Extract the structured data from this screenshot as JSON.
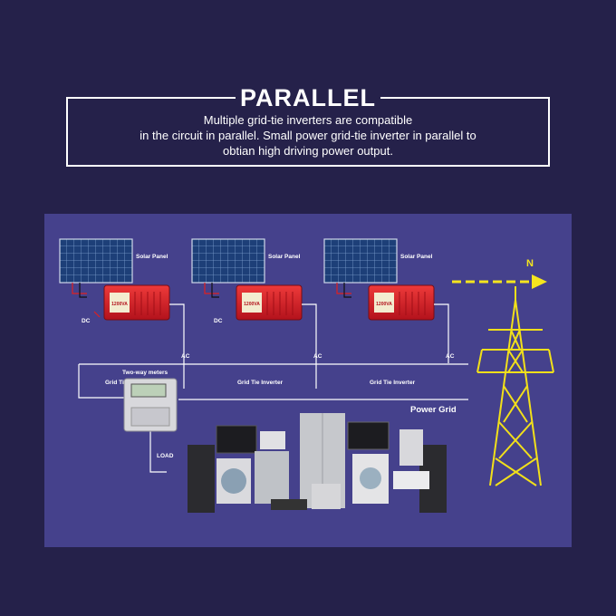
{
  "header": {
    "title": "PARALLEL",
    "description_lines": [
      "Multiple grid-tie inverters are compatible",
      "in the circuit in parallel. Small power grid-tie inverter in parallel to",
      "obtian high driving power output."
    ]
  },
  "diagram": {
    "solar_panel_label": "Solar Panel",
    "inverter_label": "Grid Tie Inverter",
    "dc_label": "DC",
    "ac_label": "AC",
    "meter_label": "Two-way meters",
    "power_grid_label": "Power Grid",
    "load_label": "LOAD",
    "north_label": "N",
    "inverter_model": "1200VA",
    "inverter_count": 3
  },
  "colors": {
    "background": "#25214a",
    "panel_background": "#45418c",
    "inverter": "#d8202a",
    "tower": "#f2e01a",
    "arrow": "#f5e51e",
    "wire": "#ffffff"
  },
  "icons": [
    "solar-panel-icon",
    "inverter-icon",
    "electric-meter-icon",
    "transmission-tower-icon",
    "north-arrow-icon",
    "appliances-icon"
  ]
}
